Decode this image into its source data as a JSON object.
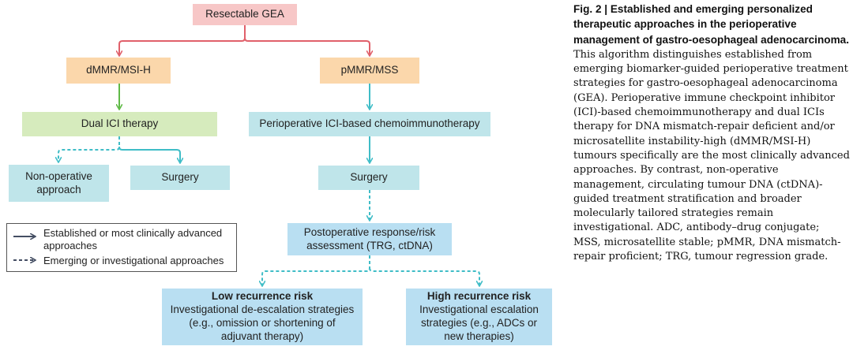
{
  "colors": {
    "red_arrow": "#e0606a",
    "green_arrow": "#5fba46",
    "teal_arrow": "#3fbdc7",
    "legend_line": "#444e63"
  },
  "nodes": {
    "resectable_gea": "Resectable GEA",
    "dmmr": "dMMR/MSI-H",
    "pmmr": "pMMR/MSS",
    "dual_ici": "Dual ICI therapy",
    "periop_ici": "Perioperative ICI-based chemoimmunotherapy",
    "non_operative": "Non-operative approach",
    "surgery_left": "Surgery",
    "surgery_right": "Surgery",
    "postop_assessment": "Postoperative response/risk assessment (TRG, ctDNA)",
    "low_risk": {
      "title": "Low recurrence risk",
      "body": "Investigational de-escalation strategies (e.g., omission or shortening of adjuvant therapy)"
    },
    "high_risk": {
      "title": "High recurrence risk",
      "body": "Investigational escalation strategies (e.g., ADCs or new therapies)"
    }
  },
  "legend": {
    "established": "Established or most clinically advanced approaches",
    "emerging": "Emerging or investigational approaches"
  },
  "caption": {
    "label": "Fig. 2 | Established and emerging personalized therapeutic approaches in the perioperative management of gastro-oesophageal adenocarcinoma.",
    "text": "This algorithm distinguishes established from emerging biomarker-guided perioperative treatment strategies for gastro-oesophageal adenocarcinoma (GEA). Perioperative immune checkpoint inhibitor (ICI)-based chemoimmunotherapy and dual ICIs therapy for DNA mismatch-repair deficient and/or microsatellite instability-high (dMMR/MSI-H) tumours specifically are the most clinically advanced approaches. By contrast, non-operative management, circulating tumour DNA (ctDNA)-guided treatment stratification and broader molecularly tailored strategies remain investigational. ADC, antibody–drug conjugate; MSS, microsatellite stable; pMMR, DNA mismatch-repair proficient; TRG, tumour regression grade."
  }
}
